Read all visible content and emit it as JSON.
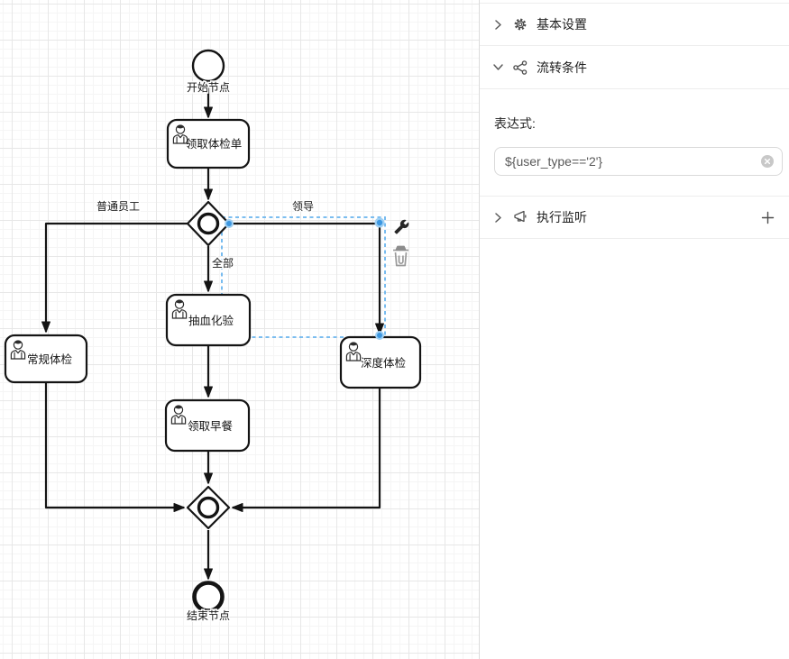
{
  "colors": {
    "edge": "#141414",
    "selection_blue": "#6ab5ee",
    "bendpoint_blue": "#3d97e0",
    "panel_border": "#ededed",
    "icon_gray": "#595959",
    "trash_gray": "#9a9a9a"
  },
  "diagram": {
    "start": {
      "label": "开始节点"
    },
    "end": {
      "label": "结束节点"
    },
    "tasks": [
      {
        "label": "领取体检单"
      },
      {
        "label": "常规体检"
      },
      {
        "label": "抽血化验"
      },
      {
        "label": "深度体检"
      },
      {
        "label": "领取早餐"
      }
    ],
    "edge_labels": [
      {
        "label": "普通员工"
      },
      {
        "label": "领导"
      },
      {
        "label": "全部"
      }
    ],
    "context_pad": {
      "tools": [
        "wrench-icon",
        "trash-icon"
      ]
    }
  },
  "panel": {
    "sections": [
      {
        "label": "基本设置",
        "icon": "gear-icon",
        "collapsed": true
      },
      {
        "label": "流转条件",
        "icon": "share-icon",
        "collapsed": false
      },
      {
        "label": "执行监听",
        "icon": "megaphone-icon",
        "collapsed": true,
        "action_icon": "plus-icon"
      }
    ],
    "expression": {
      "label": "表达式:",
      "value": "${user_type=='2'}",
      "clear_icon": "circle-x-icon"
    }
  }
}
